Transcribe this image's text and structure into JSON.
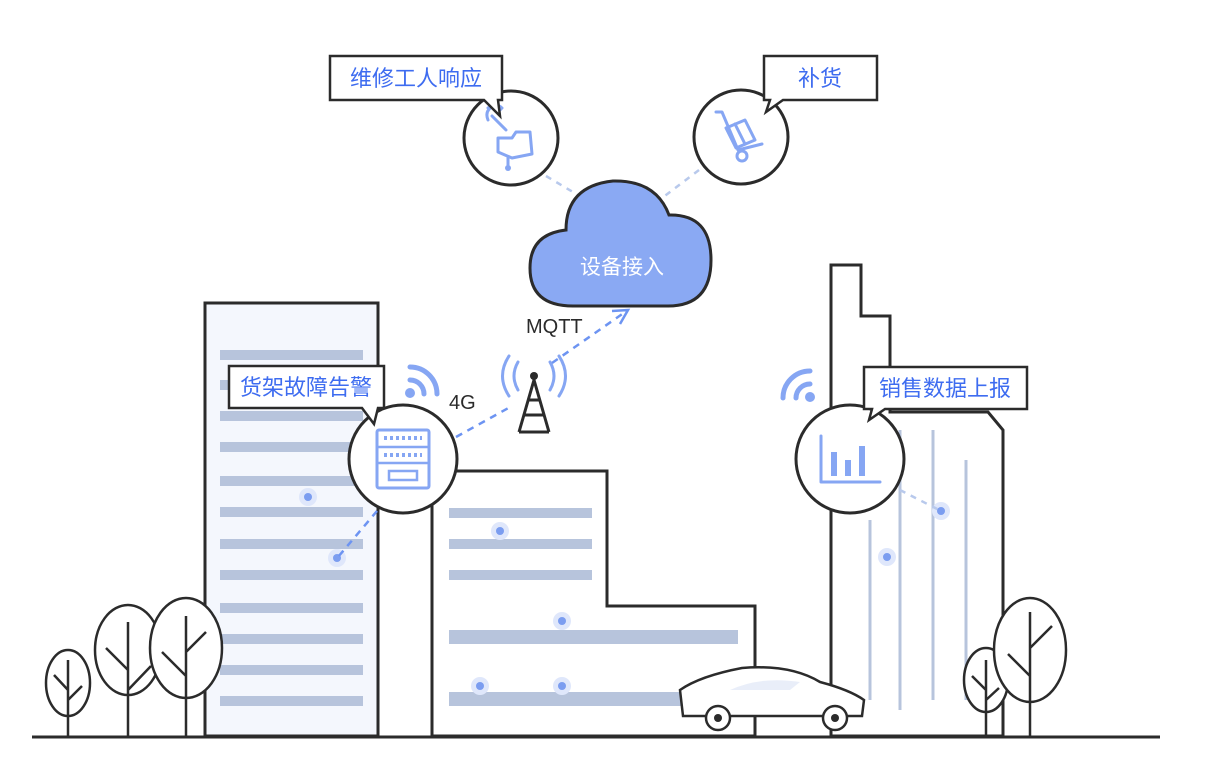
{
  "cloud": {
    "label": "设备接入",
    "color": "#8aa9f3"
  },
  "links": {
    "protocol": "MQTT",
    "network": "4G"
  },
  "callouts": {
    "repair": "维修工人响应",
    "restock": "补货",
    "shelf_alarm": "货架故障告警",
    "sales_report": "销售数据上报"
  },
  "icons": {
    "repair": "wrench-hand-icon",
    "restock": "hand-truck-icon",
    "shelf": "vending-shelf-icon",
    "sales": "bar-chart-icon",
    "tower": "cell-tower-icon",
    "wifi": "wifi-icon"
  },
  "colors": {
    "accent": "#3e6cf0",
    "icon": "#86a6f3",
    "outline": "#2b2b2b",
    "bar": "#b7c4dc"
  }
}
